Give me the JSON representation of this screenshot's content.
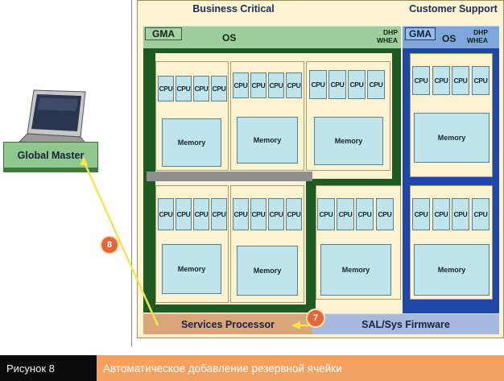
{
  "titles": {
    "business": "Business Critical",
    "customer": "Customer Support"
  },
  "gma_label": "GMA",
  "os_label": "OS",
  "dhp_label": "DHP",
  "whea_label": "WHEA",
  "cpu_label": "CPU",
  "memory_label": "Memory",
  "global_master": "Global Master",
  "services_processor": "Services Processor",
  "firmware": "SAL/Sys Firmware",
  "steps": {
    "s8": "8",
    "s7": "7"
  },
  "caption": {
    "figure": "Рисунок 8",
    "text": "Автоматическое добавление резервной ячейки"
  },
  "colors": {
    "partition_green": "#1f5a24",
    "partition_blue": "#1f47a8",
    "connector": "#f2e64a",
    "badge": "#e2683a"
  }
}
